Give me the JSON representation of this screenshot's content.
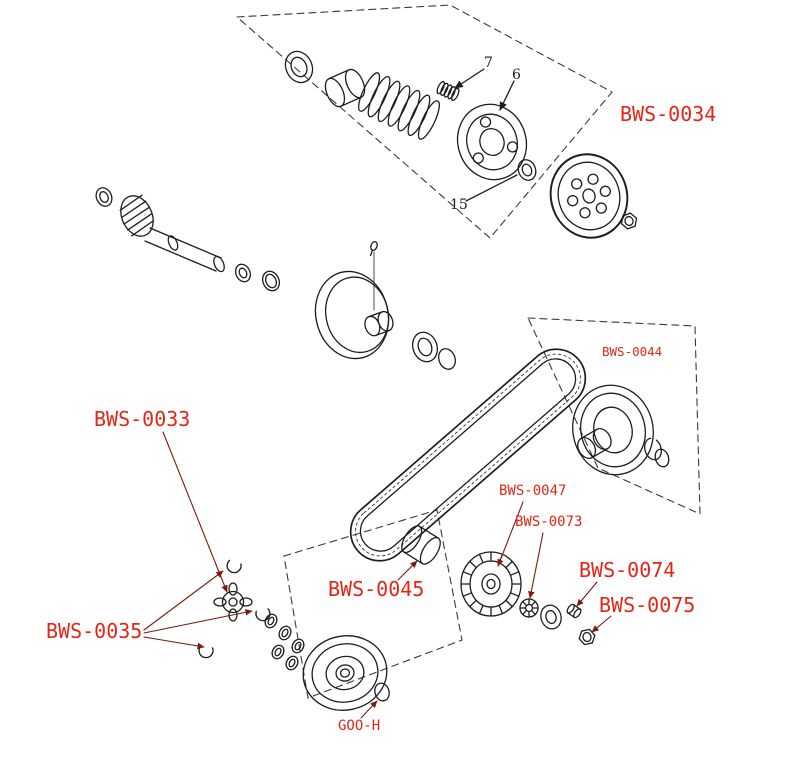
{
  "colors": {
    "background": "#ffffff",
    "label_red": "#e52515",
    "leader_maroon": "#7c1a12",
    "line_black": "#1d1d1d",
    "dash_gray": "#3a3a3a"
  },
  "part_labels": {
    "bws_0034": "BWS-0034",
    "bws_0044": "BWS-0044",
    "bws_0033": "BWS-0033",
    "bws_0047": "BWS-0047",
    "bws_0073": "BWS-0073",
    "bws_0074": "BWS-0074",
    "bws_0075": "BWS-0075",
    "bws_0045": "BWS-0045",
    "bws_0035": "BWS-0035",
    "goo_h": "GOO-H"
  },
  "callout_numbers": {
    "n7": "7",
    "n6": "6",
    "n15": "15"
  }
}
